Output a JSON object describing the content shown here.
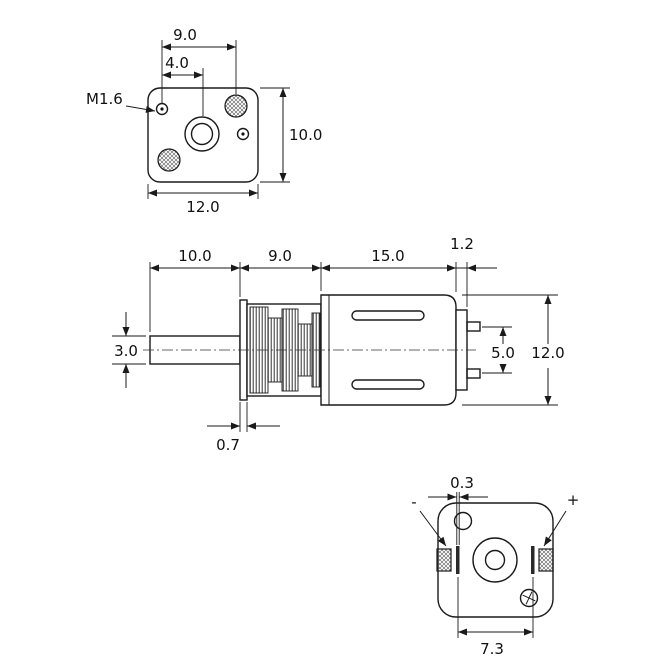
{
  "colors": {
    "line": "#1a1a1a",
    "background": "#ffffff"
  },
  "front_view": {
    "thread_callout": "M1.6",
    "dim_hole_span": "9.0",
    "dim_center_offset": "4.0",
    "dim_height": "10.0",
    "dim_width": "12.0"
  },
  "side_view": {
    "dim_shaft_length": "10.0",
    "dim_gearbox_length": "9.0",
    "dim_motor_length": "15.0",
    "dim_cap_length": "1.2",
    "dim_shaft_diameter": "3.0",
    "dim_terminal_span": "5.0",
    "dim_body_diameter": "12.0",
    "dim_plate_thickness": "0.7"
  },
  "rear_view": {
    "dim_terminal_thickness": "0.3",
    "dim_terminal_spacing": "7.3",
    "label_negative": "-",
    "label_positive": "+"
  }
}
